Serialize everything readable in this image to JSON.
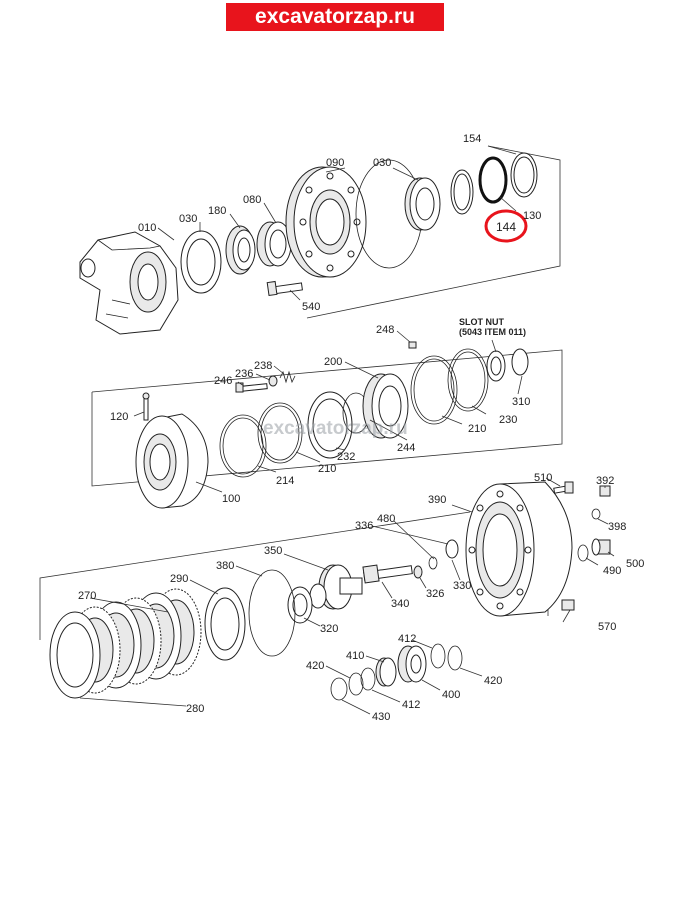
{
  "watermark_banner": "excavatorzap.ru",
  "watermark_center": "excavatorzap.ru",
  "slot_nut_note": {
    "line1": "SLOT NUT",
    "line2": "(5043 ITEM 011)"
  },
  "highlight": {
    "label": "144",
    "color": "#e8141c"
  },
  "labels": {
    "l154": "154",
    "l090": "090",
    "l030a": "030",
    "l130": "130",
    "l080": "080",
    "l180": "180",
    "l010": "010",
    "l030b": "030",
    "l540": "540",
    "l248": "248",
    "l200": "200",
    "l238": "238",
    "l236": "236",
    "l246": "246",
    "l310": "310",
    "l120": "120",
    "l230": "230",
    "l210a": "210",
    "l244": "244",
    "l232": "232",
    "l210b": "210",
    "l214": "214",
    "l100": "100",
    "l510": "510",
    "l392": "392",
    "l390": "390",
    "l398": "398",
    "l336": "336",
    "l480": "480",
    "l500": "500",
    "l490": "490",
    "l350": "350",
    "l380": "380",
    "l290": "290",
    "l330": "330",
    "l326": "326",
    "l340": "340",
    "l270": "270",
    "l320": "320",
    "l570": "570",
    "l412a": "412",
    "l410": "410",
    "l420a": "420",
    "l420b": "420",
    "l400": "400",
    "l412b": "412",
    "l430": "430",
    "l280": "280"
  }
}
